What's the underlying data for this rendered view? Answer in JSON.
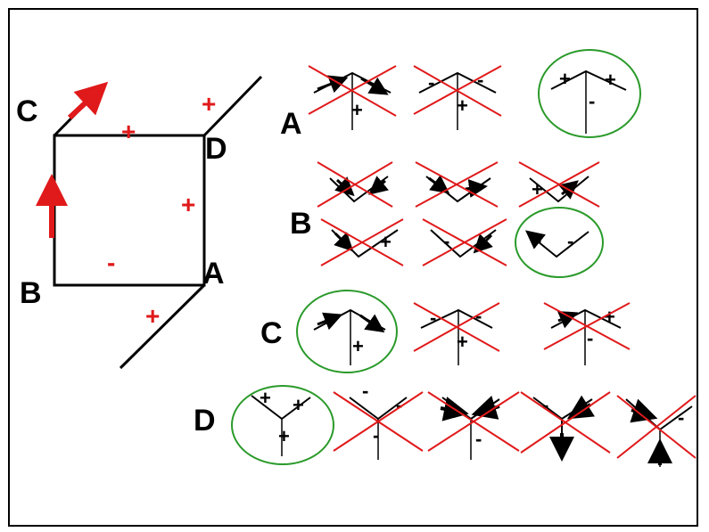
{
  "cube": {
    "vertex_labels": {
      "C": "C",
      "D": "D",
      "B": "B",
      "A": "A"
    },
    "edge_signs": {
      "top_edge": "+",
      "right_edge": "+",
      "bottom_edge": "-",
      "upper_diagonal": "+",
      "lower_diagonal": "+"
    }
  },
  "junction_rows": [
    {
      "label": "A",
      "options": [
        {
          "signs": [
            "",
            "",
            "+"
          ],
          "status": "rejected"
        },
        {
          "signs": [
            "-",
            "-",
            "+"
          ],
          "status": "rejected"
        },
        {
          "signs": [
            "+",
            "+",
            "-"
          ],
          "status": "accepted"
        }
      ]
    },
    {
      "label": "B",
      "options": [
        {
          "signs": [
            "",
            "",
            ""
          ],
          "status": "rejected"
        },
        {
          "signs": [
            "",
            "",
            ""
          ],
          "status": "rejected"
        },
        {
          "signs": [
            "+",
            "",
            ""
          ],
          "status": "rejected"
        },
        {
          "signs": [
            "",
            "+",
            ""
          ],
          "status": "rejected"
        },
        {
          "signs": [
            "-",
            "",
            ""
          ],
          "status": "rejected"
        },
        {
          "signs": [
            "",
            "-",
            ""
          ],
          "status": "accepted"
        }
      ]
    },
    {
      "label": "C",
      "options": [
        {
          "signs": [
            "",
            "",
            "+"
          ],
          "status": "accepted"
        },
        {
          "signs": [
            "-",
            "-",
            "+"
          ],
          "status": "rejected"
        },
        {
          "signs": [
            "",
            "+",
            "-"
          ],
          "status": "rejected"
        }
      ]
    },
    {
      "label": "D",
      "options": [
        {
          "signs": [
            "+",
            "+",
            "+"
          ],
          "status": "accepted"
        },
        {
          "signs": [
            "-",
            "-",
            "-"
          ],
          "status": "rejected"
        },
        {
          "signs": [
            "",
            "",
            "-"
          ],
          "status": "rejected"
        },
        {
          "signs": [
            "-",
            "",
            ""
          ],
          "status": "rejected"
        },
        {
          "signs": [
            "",
            "-",
            ""
          ],
          "status": "rejected"
        }
      ]
    }
  ],
  "colors": {
    "stroke": "#000000",
    "arrow": "#e0191a",
    "cross": "#e0191a",
    "circle": "#2a9a2a",
    "frame": "#000000"
  }
}
